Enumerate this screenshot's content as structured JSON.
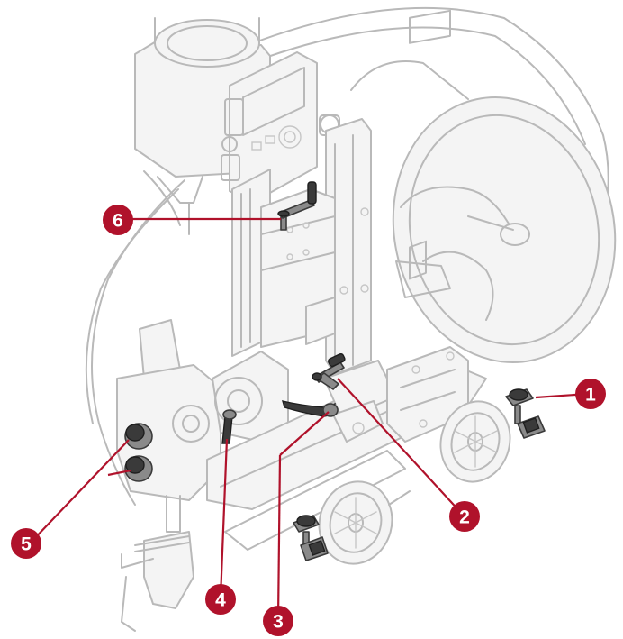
{
  "diagram": {
    "accent_color": "#b0122b",
    "callouts": [
      {
        "label": "1",
        "part": "trolley-clamp-knob"
      },
      {
        "label": "2",
        "part": "crank-handle"
      },
      {
        "label": "3",
        "part": "locking-lever"
      },
      {
        "label": "4",
        "part": "wire-feeder-lever"
      },
      {
        "label": "5",
        "part": "pressure-adjustment-knobs"
      },
      {
        "label": "6",
        "part": "vertical-slide-crank"
      }
    ]
  }
}
